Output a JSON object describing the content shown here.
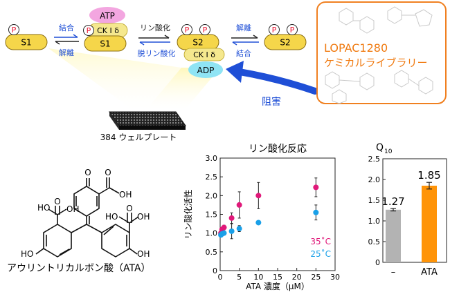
{
  "colors": {
    "substrate": "#f5d64a",
    "substrate_stroke": "#8a6d10",
    "phospho": "#e8102c",
    "atp": "#f3a6e0",
    "adp": "#8fe4f4",
    "arrow_blue": "#1f4fd6",
    "library_border": "#f08020",
    "library_text": "#f07a10",
    "series_35": "#e0197a",
    "series_25": "#1aa0e8",
    "bar_control": "#b3b3b3",
    "bar_ata": "#ff9408"
  },
  "reaction": {
    "p": "P",
    "s1": "S1",
    "s2": "S2",
    "atp": "ATP",
    "adp": "ADP",
    "ck1d": "CK I δ",
    "binding": "結合",
    "dissociation": "解離",
    "phosphorylation": "リン酸化",
    "dephosphorylation": "脱リン酸化",
    "inhibition": "阻害"
  },
  "library": {
    "line1": "LOPAC1280",
    "line2": "ケミカルライブラリー"
  },
  "plate": {
    "caption": "384 ウェルプレート"
  },
  "molecule": {
    "name": "アウリントリカルボン酸（ATA）",
    "o": "O",
    "oh": "OH",
    "ho": "HO"
  },
  "chart_data": [
    {
      "type": "scatter",
      "title": "リン酸化反応",
      "xlabel": "ATA 濃度（μM）",
      "ylabel": "リン酸化活性",
      "xlim": [
        0,
        30
      ],
      "ylim": [
        0,
        3.0
      ],
      "xticks": [
        0,
        5,
        10,
        15,
        20,
        25,
        30
      ],
      "yticks": [
        "0",
        "0.5",
        "1.0",
        "1.5",
        "2.0",
        "2.5",
        "3.0"
      ],
      "series": [
        {
          "name": "35˚C",
          "x": [
            0.2,
            0.5,
            1,
            3,
            5,
            10,
            25
          ],
          "y": [
            1.0,
            1.1,
            1.15,
            1.4,
            1.75,
            2.0,
            2.22
          ],
          "err": [
            0.03,
            0.05,
            0.06,
            0.14,
            0.35,
            0.35,
            0.25
          ]
        },
        {
          "name": "25˚C",
          "x": [
            0.2,
            0.5,
            1,
            3,
            5,
            10,
            25
          ],
          "y": [
            0.95,
            0.98,
            1.0,
            1.05,
            1.12,
            1.28,
            1.55
          ],
          "err": [
            0.03,
            0.04,
            0.05,
            0.2,
            0.08,
            0.04,
            0.2
          ]
        }
      ]
    },
    {
      "type": "bar",
      "title": "Q",
      "title_sub": "10",
      "categories": [
        "–",
        "ATA"
      ],
      "values": [
        1.27,
        1.85
      ],
      "value_labels": [
        "1.27",
        "1.85"
      ],
      "err": [
        0.03,
        0.08
      ],
      "ylim": [
        0,
        2.5
      ],
      "yticks": [
        "0",
        "0.5",
        "1.0",
        "1.5",
        "2.0",
        "2.5"
      ]
    }
  ]
}
